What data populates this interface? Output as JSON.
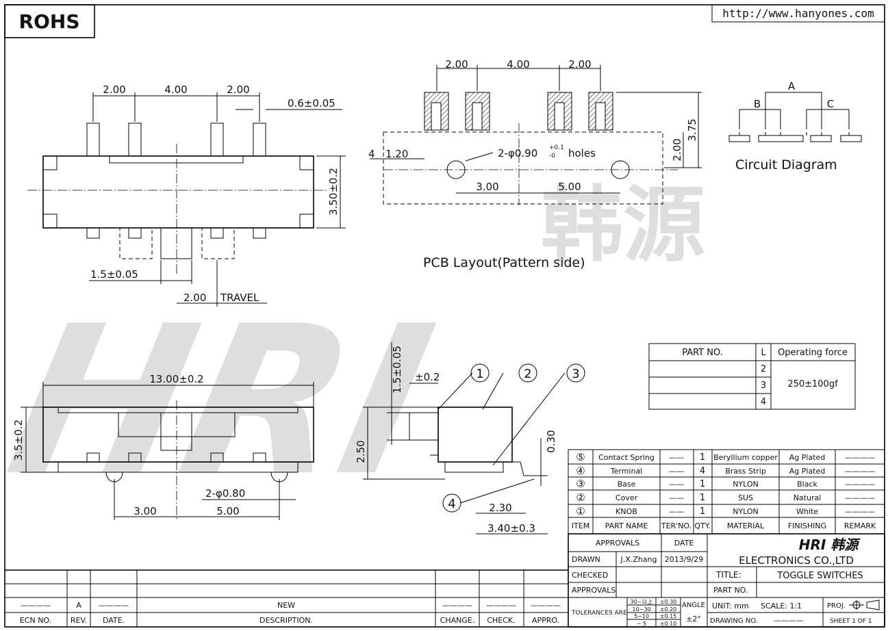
{
  "header": {
    "rohs": "ROHS",
    "url": "http://www.hanyones.com"
  },
  "watermark": {
    "logo": "HRI 韩源"
  },
  "top_view": {
    "dims": [
      "2.00",
      "4.00",
      "2.00",
      "0.6±0.05",
      "3.50±0.2",
      "1.5±0.05",
      "2.00",
      "TRAVEL"
    ]
  },
  "pcb_layout": {
    "dims": [
      "2.00",
      "4.00",
      "2.00",
      "3.75",
      "2.00",
      "1.20",
      "4",
      "2-φ0.90",
      "+0.1",
      "-0",
      "holes",
      "3.00",
      "5.00"
    ],
    "caption": "PCB Layout(Pattern side)"
  },
  "circuit": {
    "labels": [
      "A",
      "B",
      "C"
    ],
    "caption": "Circuit Diagram"
  },
  "front_view": {
    "dims": [
      "13.00±0.2",
      "3.5±0.2",
      "2-φ0.80",
      "3.00",
      "5.00"
    ]
  },
  "side_view": {
    "dims": [
      "1.5±0.05",
      "±0.2",
      "2.50",
      "0.30",
      "2.30",
      "3.40±0.3"
    ],
    "balloons": [
      "1",
      "2",
      "3",
      "4"
    ]
  },
  "part_table": {
    "headers": [
      "PART NO.",
      "L",
      "Operating force"
    ],
    "rows": [
      {
        "part": "",
        "l": "2"
      },
      {
        "part": "",
        "l": "3"
      },
      {
        "part": "",
        "l": "4"
      }
    ],
    "force": "250±100gf"
  },
  "bom": {
    "rows": [
      {
        "item": "⑤",
        "name": "Contact Spring",
        "ter": "——",
        "qty": "1",
        "material": "Beryllium copper",
        "finishing": "Ag Plated",
        "remark": "————"
      },
      {
        "item": "④",
        "name": "Terminal",
        "ter": "——",
        "qty": "4",
        "material": "Brass Strip",
        "finishing": "Ag Plated",
        "remark": "————"
      },
      {
        "item": "③",
        "name": "Base",
        "ter": "——",
        "qty": "1",
        "material": "NYLON",
        "finishing": "Black",
        "remark": "————"
      },
      {
        "item": "②",
        "name": "Cover",
        "ter": "——",
        "qty": "1",
        "material": "SUS",
        "finishing": "Natural",
        "remark": "————"
      },
      {
        "item": "①",
        "name": "KNOB",
        "ter": "——",
        "qty": "1",
        "material": "NYLON",
        "finishing": "White",
        "remark": "————"
      }
    ],
    "headers": [
      "ITEM",
      "PART NAME",
      "TER'NO.",
      "QTY.",
      "MATERIAL",
      "FINISHING",
      "REMARK"
    ]
  },
  "title_block": {
    "approvals": "APPROVALS",
    "date": "DATE",
    "drawn": "DRAWN",
    "drawn_by": "J.X.Zhang",
    "drawn_date": "2013/9/29",
    "checked": "CHECKED",
    "approvals2": "APPROVALS",
    "company_logo": "HRI 韩源",
    "company": "ELECTRONICS CO.,LTD",
    "title_label": "TITLE:",
    "title": "TOGGLE SWITCHES",
    "part_no_label": "PART NO.",
    "tolerances": "TOLERANCES ARE",
    "tol_rows": [
      [
        "30~以上",
        "±0.30"
      ],
      [
        "10~30",
        "±0.20"
      ],
      [
        "5~10",
        "±0.15"
      ],
      [
        "~ 5",
        "±0.10"
      ]
    ],
    "angle": "ANGLE",
    "angle_tol": "±2°",
    "unit": "UNIT: mm",
    "scale": "SCALE:  1:1",
    "proj": "PROJ.",
    "drawing_no": "DRAWING NO.",
    "drawing_no_value": "————",
    "sheet": "SHEET  1  OF  1"
  },
  "revision": {
    "row": {
      "ecn": "————",
      "rev": "A",
      "date": "————",
      "desc": "NEW",
      "change": "————",
      "check": "————",
      "appro": "————"
    },
    "headers": [
      "ECN NO.",
      "REV.",
      "DATE.",
      "DESCRIPTION.",
      "CHANGE.",
      "CHECK.",
      "APPRO."
    ]
  }
}
